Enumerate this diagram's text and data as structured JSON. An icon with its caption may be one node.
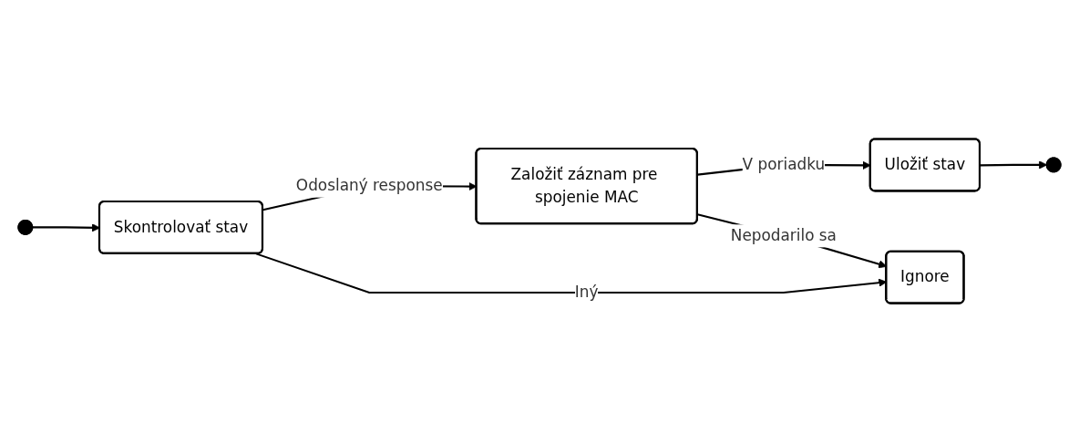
{
  "diagram": {
    "nodes": [
      {
        "text": [
          "Založiť záznam pre spojenie MAC"
        ]
      },
      {
        "text": [
          "Uložiť stav"
        ]
      },
      {
        "text": [
          "Ignore"
        ]
      },
      {
        "text": [
          "Skontrolovať stav"
        ]
      },
      {
        "text": [],
        "shape": "circle"
      },
      {
        "text": [],
        "shape": "circle"
      }
    ],
    "edges": [
      {
        "from": 5,
        "to": 3,
        "arrow": "to"
      },
      {
        "from": 3,
        "to": 0,
        "label": "Odoslaný response",
        "arrow": "to"
      },
      {
        "from": 3,
        "to": 2,
        "label": "Iný",
        "arrow": "to"
      },
      {
        "from": 0,
        "to": 2,
        "label": "Nepodarilo sa",
        "arrow": "to"
      },
      {
        "from": 0,
        "to": 1,
        "label": "V poriadku",
        "arrow": "to"
      },
      {
        "from": 1,
        "to": 4,
        "arrow": "to"
      }
    ]
  }
}
